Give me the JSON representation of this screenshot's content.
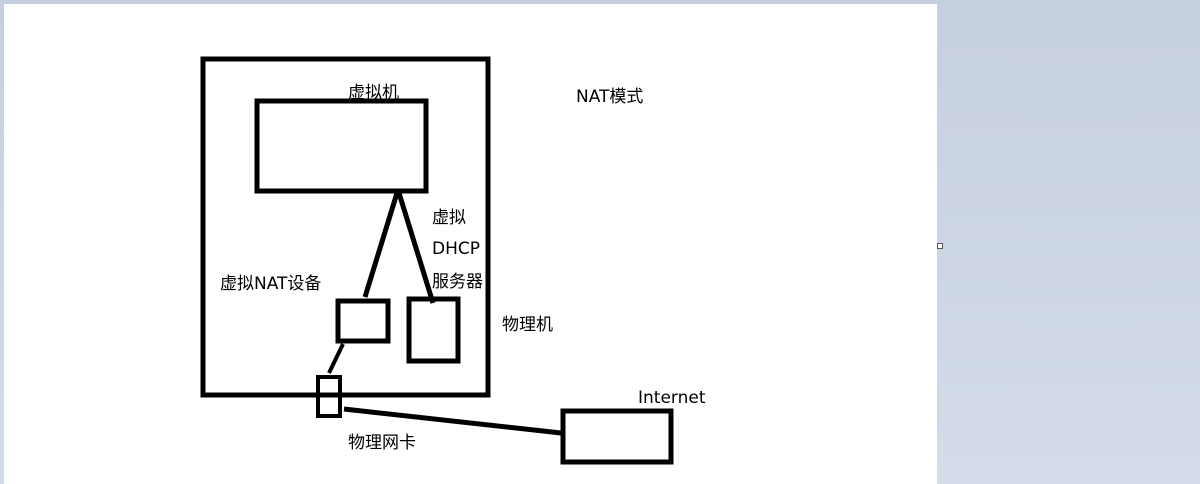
{
  "diagram": {
    "title": "NAT模式",
    "labels": {
      "virtual_machine": "虚拟机",
      "dhcp_line1": "虚拟",
      "dhcp_line2": "DHCP",
      "dhcp_line3": "服务器",
      "nat_device": "虚拟NAT设备",
      "physical_machine": "物理机",
      "internet": "Internet",
      "physical_nic": "物理网卡"
    }
  }
}
